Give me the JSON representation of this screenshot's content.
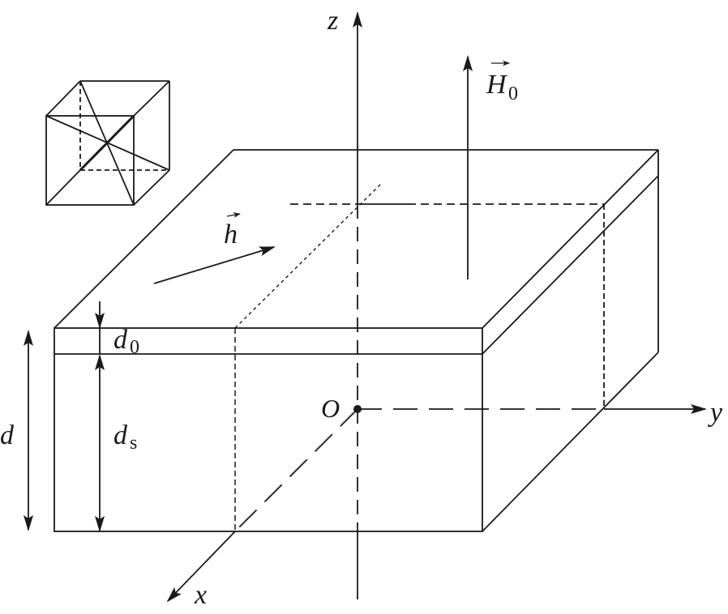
{
  "labels": {
    "z_axis": "z",
    "y_axis": "y",
    "x_axis": "x",
    "origin": "O",
    "field_H": "H",
    "field_H_sub": "0",
    "field_h": "h",
    "thickness_total": "d",
    "thickness_top": "d",
    "thickness_top_sub": "0",
    "thickness_sub": "d",
    "thickness_sub_sub": "s"
  },
  "colors": {
    "line": "#1a1a1a",
    "background": "#ffffff"
  }
}
